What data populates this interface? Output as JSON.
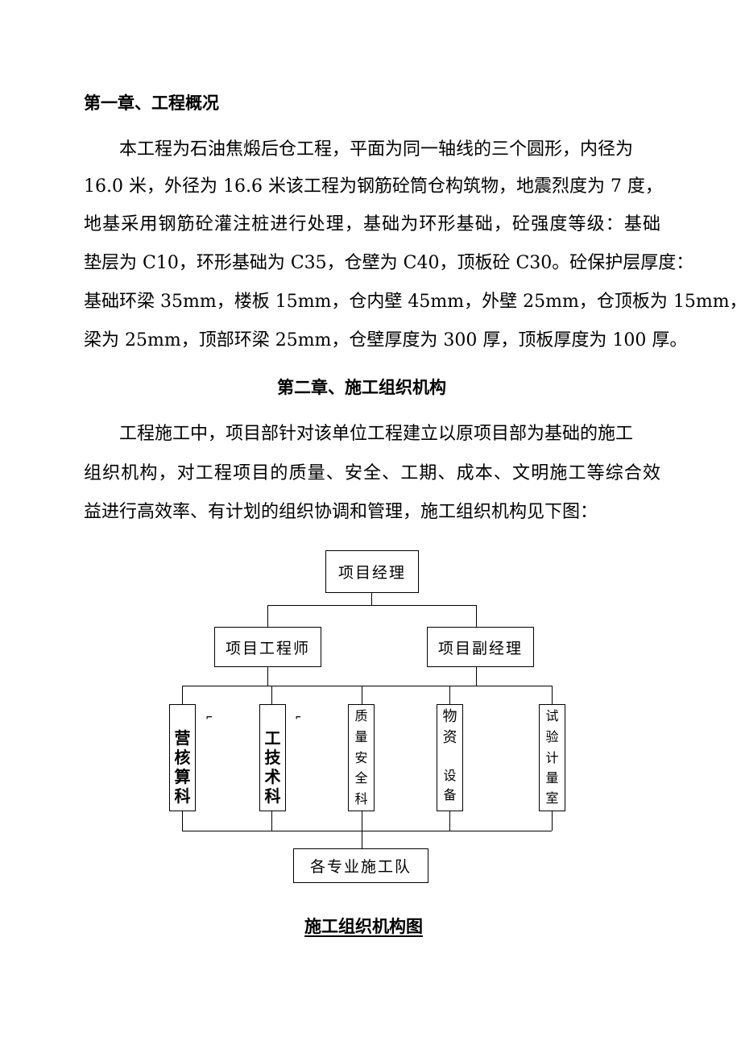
{
  "chapter1": {
    "title": "第一章、工程概况",
    "lines": [
      "本工程为石油焦煅后仓工程，平面为同一轴线的三个圆形，内径为",
      "16.0 米，外径为 16.6 米该工程为钢筋砼筒仓构筑物，地震烈度为 7 度，",
      "地基采用钢筋砼灌注桩进行处理，基础为环形基础，砼强度等级：基础",
      "垫层为 C10，环形基础为 C35，仓壁为 C40，顶板砼 C30。砼保护层厚度：",
      "基础环梁 35mm，楼板 15mm，仓内壁 45mm，外壁 25mm，仓顶板为 15mm，",
      "梁为 25mm，顶部环梁 25mm，仓壁厚度为 300 厚，顶板厚度为 100 厚。"
    ]
  },
  "chapter2": {
    "title": "第二章、施工组织机构",
    "lines": [
      "工程施工中，项目部针对该单位工程建立以原项目部为基础的施工",
      "组织机构，对工程项目的质量、安全、工期、成本、文明施工等综合效",
      "益进行高效率、有计划的组织协调和管理，施工组织机构见下图："
    ]
  },
  "org_chart": {
    "top": "项目经理",
    "mid_left": "项目工程师",
    "mid_right": "项目副经理",
    "departments": [
      {
        "chars": [
          "营",
          "核",
          "算",
          "科"
        ]
      },
      {
        "chars": [
          "工",
          "技",
          "术",
          "科"
        ]
      },
      {
        "chars": [
          "质",
          "量",
          "安",
          "全",
          "科"
        ]
      },
      {
        "chars": [
          "物",
          "资",
          "设",
          "备"
        ]
      },
      {
        "chars": [
          "试",
          "验",
          "计",
          "量",
          "室"
        ]
      }
    ],
    "bottom": "各专业施工队",
    "caption": "施工组织机构图"
  }
}
